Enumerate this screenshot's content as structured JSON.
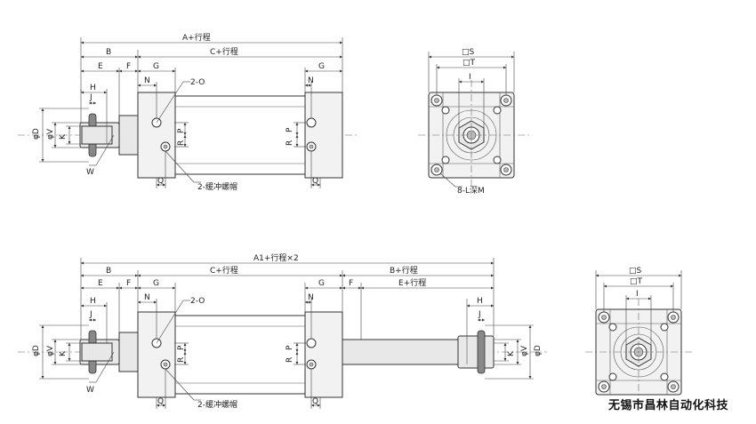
{
  "top_view": {
    "a_stroke": "A+行程",
    "b": "B",
    "c_stroke": "C+行程",
    "e": "E",
    "f": "F",
    "g_left": "G",
    "g_right": "G",
    "n_left": "N",
    "n_right": "N",
    "h": "H",
    "j": "J",
    "port": "2-O",
    "p_left": "P",
    "p_right": "P",
    "r_left": "R",
    "r_right": "R",
    "phi_d": "φD",
    "phi_v": "φV",
    "k": "K",
    "w": "W",
    "q_left": "Q",
    "q_right": "Q",
    "cushion": "2-缓冲螺帽"
  },
  "top_end_view": {
    "s": "□S",
    "t": "□T",
    "i": "I",
    "tap": "8-L深M"
  },
  "bottom_view": {
    "a1_stroke": "A1+行程×2",
    "b": "B",
    "c_stroke": "C+行程",
    "b_stroke": "B+行程",
    "e_left": "E",
    "f_left": "F",
    "f_right": "F",
    "e_stroke": "E+行程",
    "g_left": "G",
    "g_right": "G",
    "n_left": "N",
    "n_right": "N",
    "h_left": "H",
    "h_right": "H",
    "j_left": "J",
    "j_right": "J",
    "port": "2-O",
    "p_left": "P",
    "p_right": "P",
    "r_left": "R",
    "r_right": "R",
    "phi_d_left": "φD",
    "phi_v_left": "φV",
    "k_left": "K",
    "phi_d_right": "φD",
    "phi_v_right": "φV",
    "k_right": "K",
    "w": "W",
    "q_left": "Q",
    "q_right": "Q",
    "cushion": "2-缓冲螺帽"
  },
  "bottom_end_view": {
    "s": "□S",
    "t": "□T",
    "i": "I"
  },
  "company": "无锡市昌林自动化科技"
}
